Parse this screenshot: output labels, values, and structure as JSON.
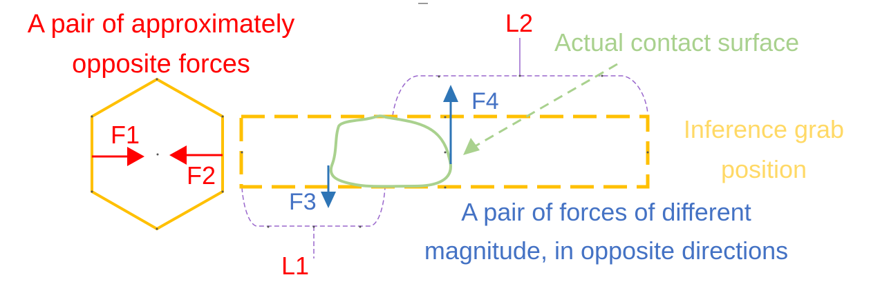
{
  "colors": {
    "red": "#ff0000",
    "blue": "#2e75b6",
    "blue_text": "#4472c4",
    "green": "#a9d18e",
    "yellow": "#ffc000",
    "yellow_text": "#ffd966",
    "purple": "#9966cc"
  },
  "left_panel": {
    "title_line1": "A pair of approximately",
    "title_line2": "opposite forces",
    "force1_label": "F1",
    "force2_label": "F2"
  },
  "right_panel": {
    "region_top_label": "L2",
    "region_bottom_label": "L1",
    "force3_label": "F3",
    "force4_label": "F4",
    "contact_surface_label": "Actual contact surface",
    "grab_position_line1": "Inference grab",
    "grab_position_line2": "position",
    "caption_line1": "A pair of forces of different",
    "caption_line2": "magnitude, in opposite directions"
  }
}
